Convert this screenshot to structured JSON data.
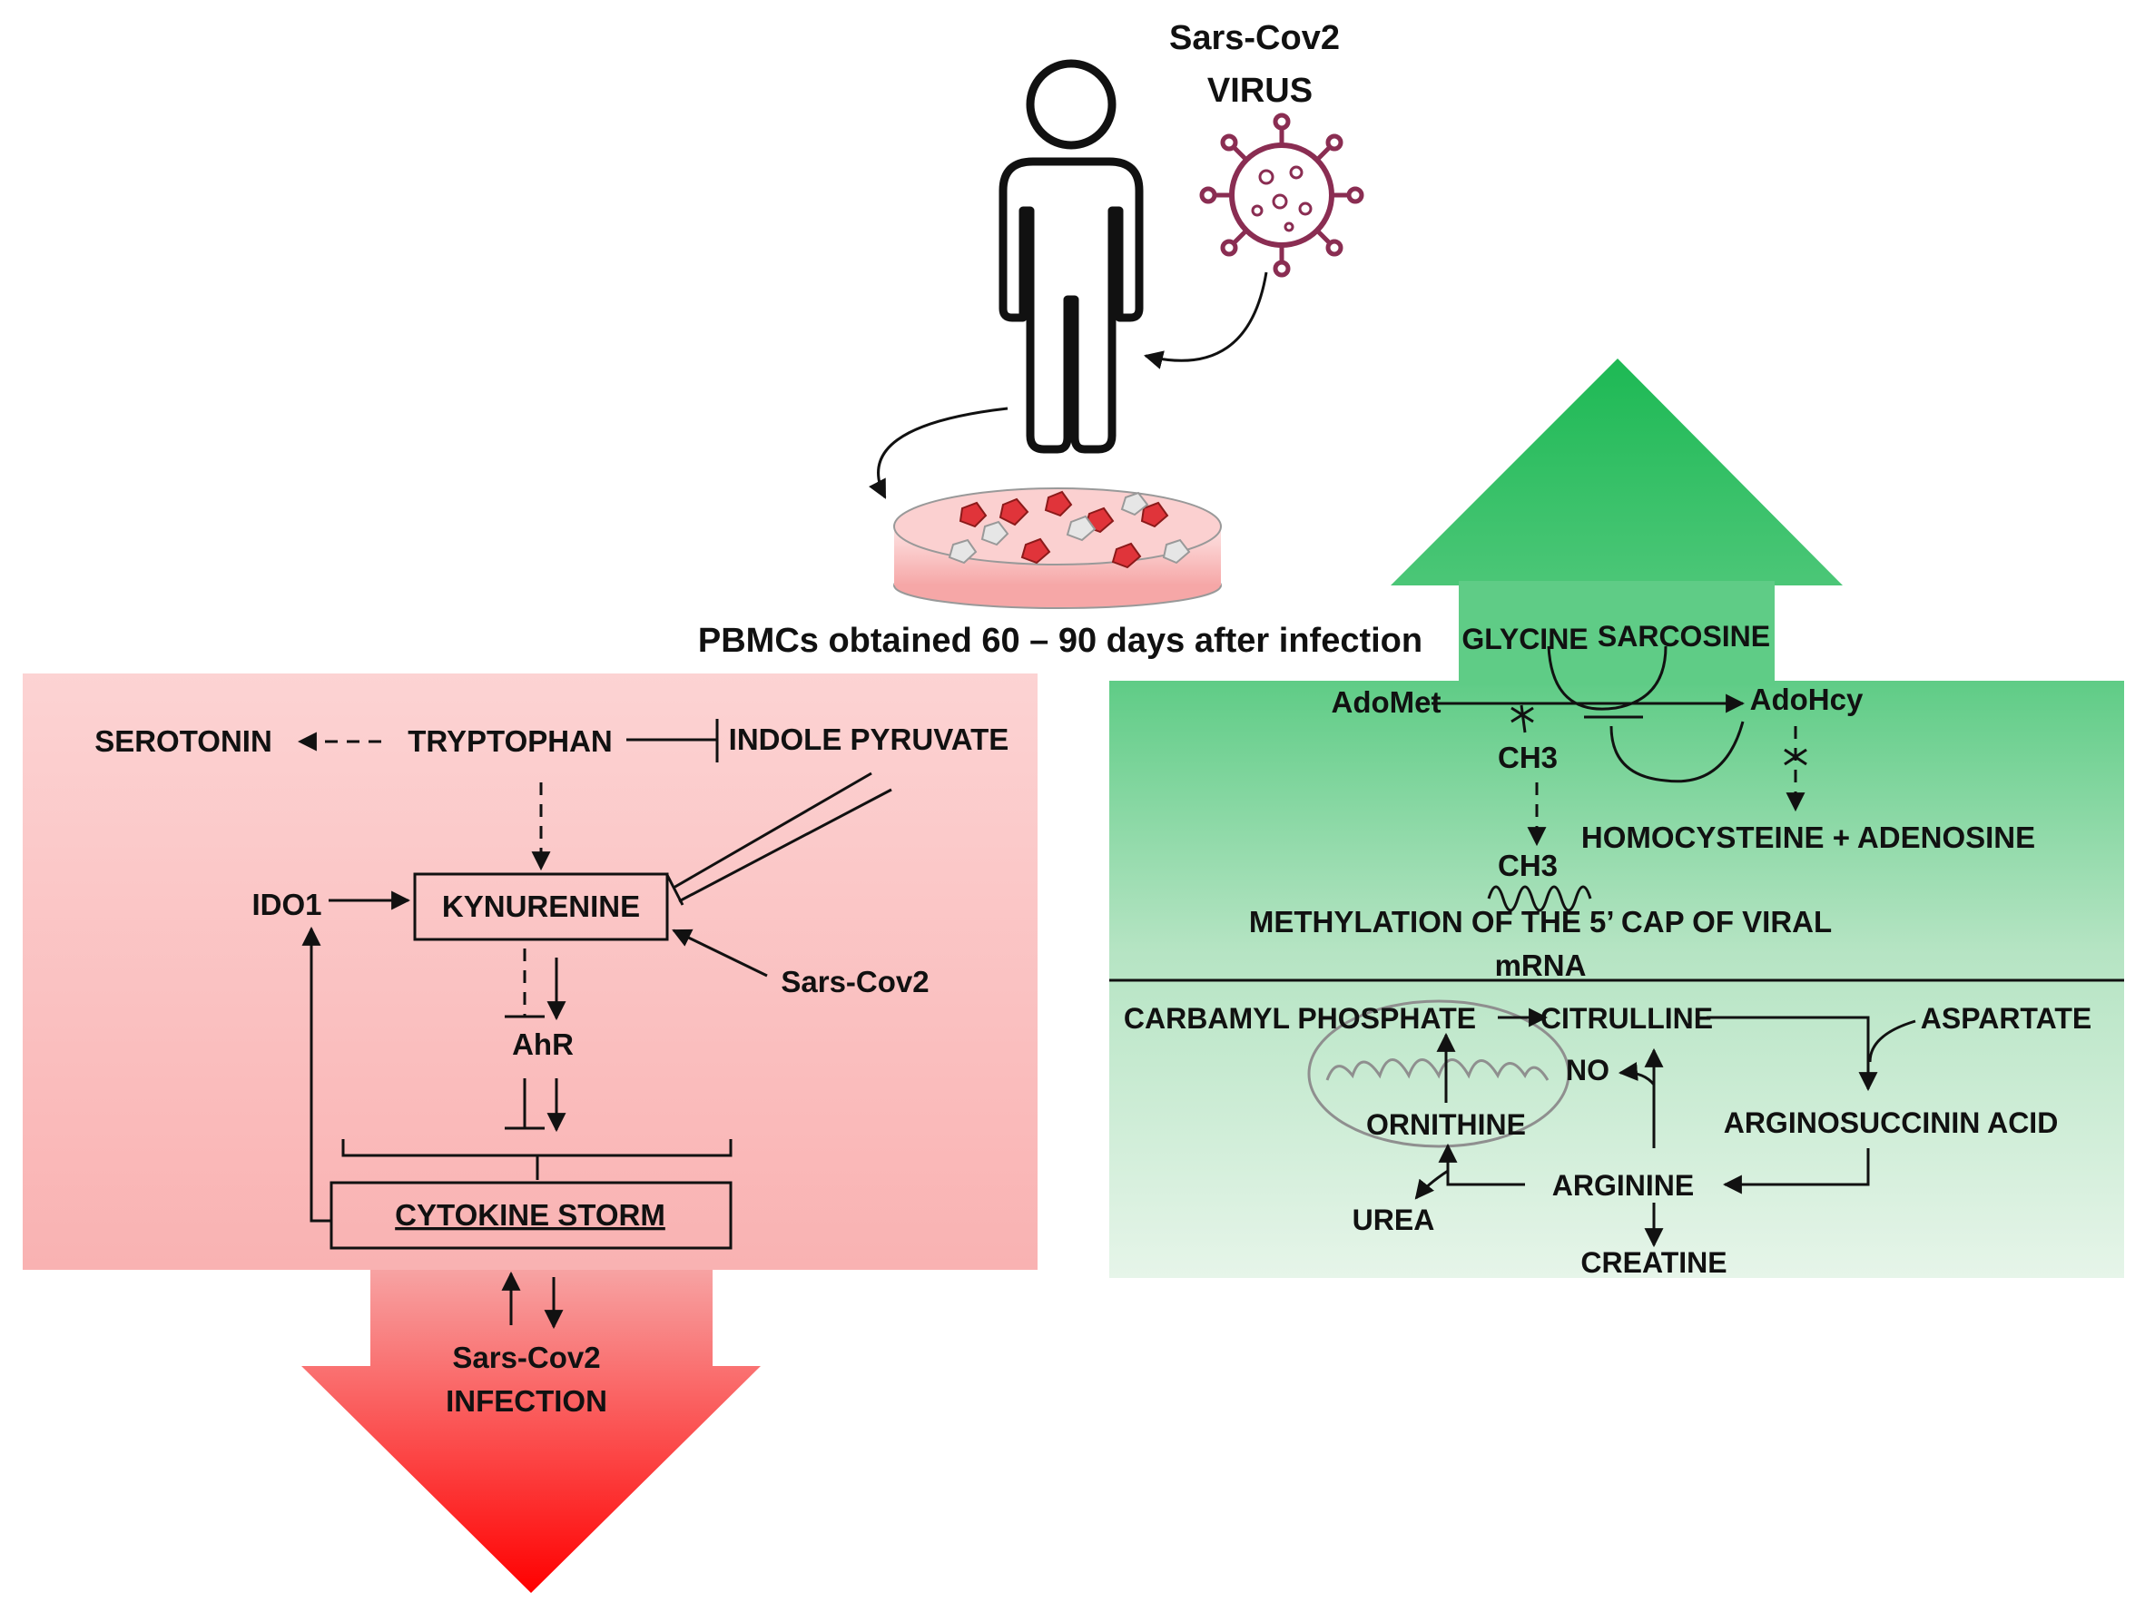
{
  "top": {
    "virus_title_line1": "Sars-Cov2",
    "virus_title_line2": "VIRUS",
    "pbmc_caption": "PBMCs obtained 60 – 90 days after infection"
  },
  "left_panel": {
    "serotonin": "SEROTONIN",
    "tryptophan": "TRYPTOPHAN",
    "indole_pyruvate": "INDOLE PYRUVATE",
    "ido1": "IDO1",
    "kynurenine": "KYNURENINE",
    "sars_cov2": "Sars-Cov2",
    "ahr": "AhR",
    "cytokine_storm": "CYTOKINE STORM",
    "infection_line1": "Sars-Cov2",
    "infection_line2": "INFECTION"
  },
  "right_panel": {
    "glycine": "GLYCINE",
    "sarcosine": "SARCOSINE",
    "adomet": "AdoMet",
    "adohcy": "AdoHcy",
    "ch3_a": "CH3",
    "ch3_b": "CH3",
    "homocysteine": "HOMOCYSTEINE + ADENOSINE",
    "methylation_line1": "METHYLATION OF THE 5’ CAP OF VIRAL",
    "methylation_line2": "mRNA",
    "carbamyl": "CARBAMYL PHOSPHATE",
    "citrulline": "CITRULLINE",
    "aspartate": "ASPARTATE",
    "no": "NO",
    "ornithine": "ORNITHINE",
    "arginosuccinin": "ARGINOSUCCININ ACID",
    "arginine": "ARGININE",
    "urea": "UREA",
    "creatine": "CREATINE"
  },
  "colors": {
    "red_panel_top": "#fcd3d3",
    "red_panel_bottom": "#f9b2b2",
    "red_arrow_top": "#f7a3a3",
    "red_arrow_bottom": "#ff0000",
    "green_arrow_top": "#1db954",
    "green_panel_top": "#5fcc86",
    "green_panel_bottom": "#e6f5e9",
    "virus_stroke": "#8a2d52"
  }
}
